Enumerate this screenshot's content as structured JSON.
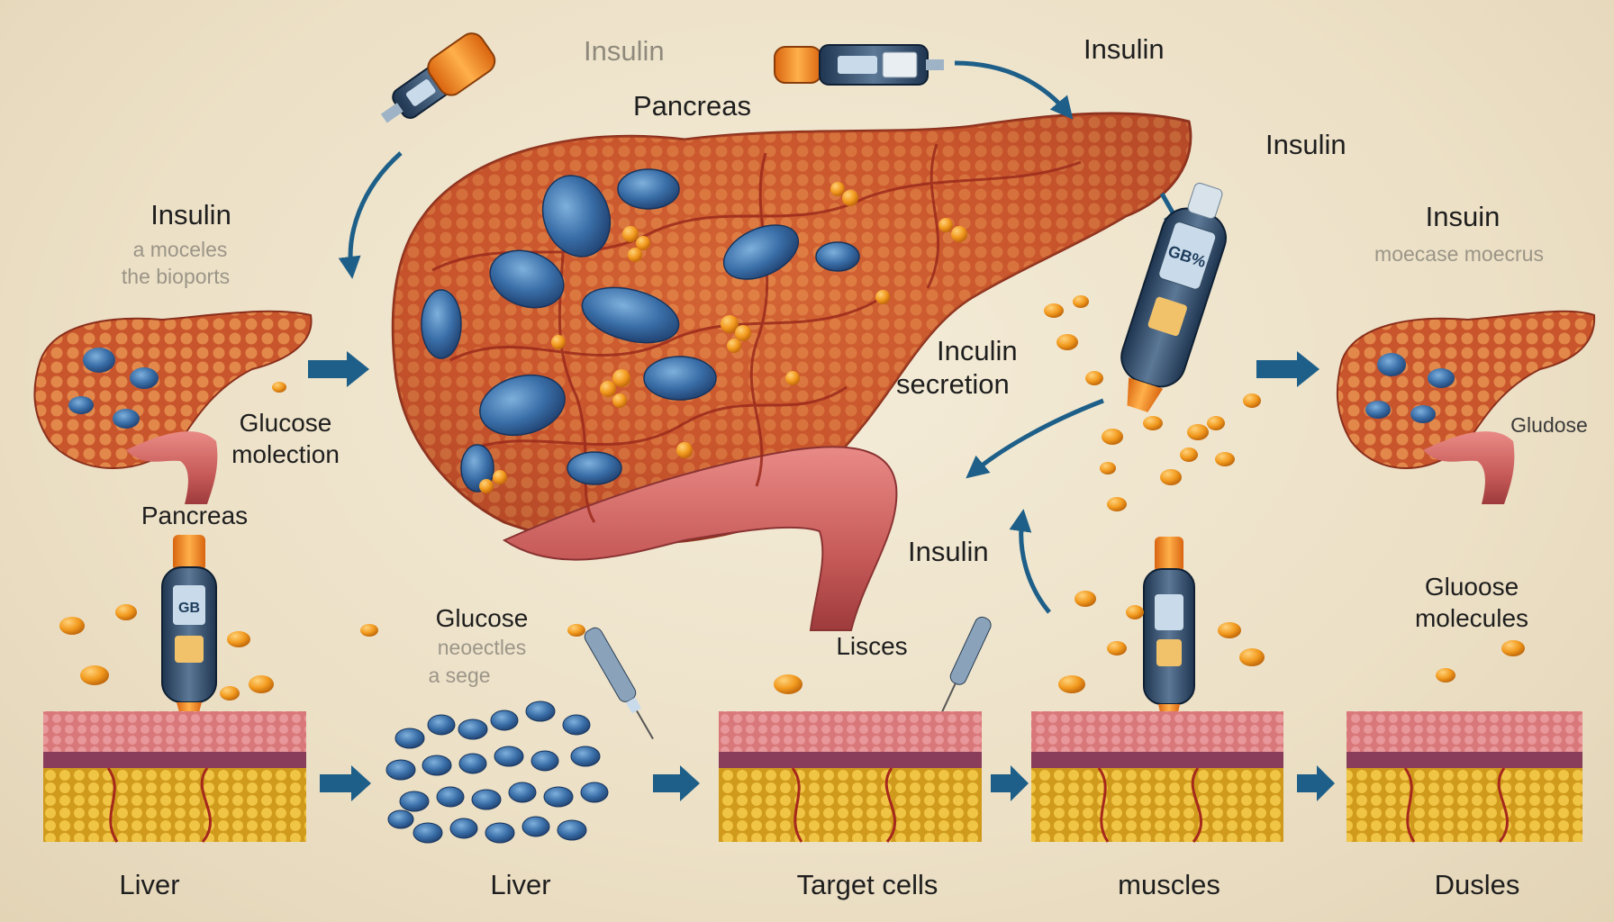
{
  "labels": {
    "top_insulin_faded": "Insulin",
    "top_insulin": "Insulin",
    "pancreas_top": "Pancreas",
    "insulin_right_top": "Insulin",
    "left_insulin": "Insulin",
    "left_sub1": "a moceles",
    "left_sub2": "the bioports",
    "left_glucose1": "Glucose",
    "left_glucose2": "molection",
    "left_pancreas": "Pancreas",
    "secretion1": "Inculin",
    "secretion2": "secretion",
    "insulin_center": "Insulin",
    "right_insulin": "Insuin",
    "right_sub": "moecase moecrus",
    "right_glucose": "Gludose",
    "glucose_mid1": "Glucose",
    "glucose_mid2": "neoectles",
    "glucose_mid3": "a sege",
    "lisces": "Lisces",
    "glucose_right1": "Gluoose",
    "glucose_right2": "molecules",
    "pen_screen": "GB",
    "pen_big_screen": "GB%"
  },
  "bottom_labels": [
    "Liver",
    "Liver",
    "Target cells",
    "muscles",
    "Dusles"
  ]
}
